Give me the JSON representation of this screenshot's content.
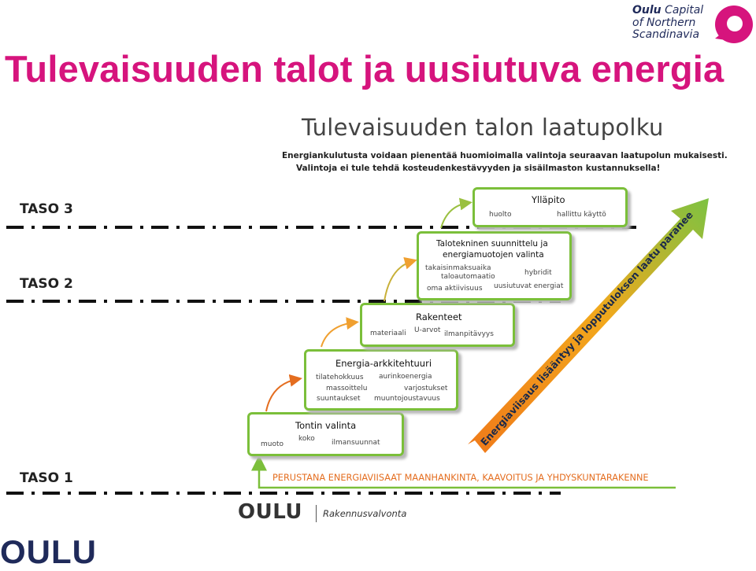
{
  "slide_title": "Tulevaisuuden talot ja uusiutuva energia",
  "brand": {
    "line1_bold": "Oulu",
    "line1_rest": " Capital",
    "line2": "of Northern",
    "line3": "Scandinavia",
    "accent": "#d6147d"
  },
  "diagram": {
    "title": "Tulevaisuuden talon laatupolku",
    "subtitle1": "Energiankulutusta voidaan pienentää huomioimalla valintoja seuraavan laatupolun mukaisesti.",
    "subtitle2": "Valintoja ei tule tehdä kosteudenkestävyyden ja sisäilmaston kustannuksella!",
    "levels": [
      "TASO 3",
      "TASO 2",
      "TASO 1"
    ],
    "steps": [
      {
        "title": "Tontin valinta",
        "items": [
          "muoto",
          "koko",
          "ilmansuunnat"
        ]
      },
      {
        "title": "Energia-arkkitehtuuri",
        "items": [
          "tilatehokkuus",
          "massoittelu",
          "suuntaukset",
          "aurinkoenergia",
          "varjostukset",
          "muuntojoustavuus"
        ]
      },
      {
        "title": "Rakenteet",
        "items": [
          "materiaali",
          "U-arvot",
          "ilmanpitävyys"
        ]
      },
      {
        "title": "Talotekninen suunnittelu ja",
        "title2": "energiamuotojen valinta",
        "items": [
          "takaisinmaksuaika",
          "taloautomaatio",
          "oma aktiivisuus",
          "hybridit",
          "uusiutuvat energiat"
        ]
      },
      {
        "title": "Ylläpito",
        "items": [
          "huolto",
          "hallittu käyttö"
        ]
      }
    ],
    "diagonal_text": "Energiaviisaus lisääntyy ja lopputuloksen laatu paranee",
    "base_text": "PERUSTANA ENERGIAVIISAAT MAANHANKINTA, KAAVOITUS JA YHDYSKUNTARAKENNE",
    "footer_logo": "OULU",
    "footer_unit": "Rakennusvalvonta"
  },
  "corner_logo": "OULU",
  "colors": {
    "box_border": "#7bbf3a",
    "arrow_orange": "#e46d1f",
    "arrow_green": "#7bbf3a",
    "title_pink": "#d6147d"
  }
}
